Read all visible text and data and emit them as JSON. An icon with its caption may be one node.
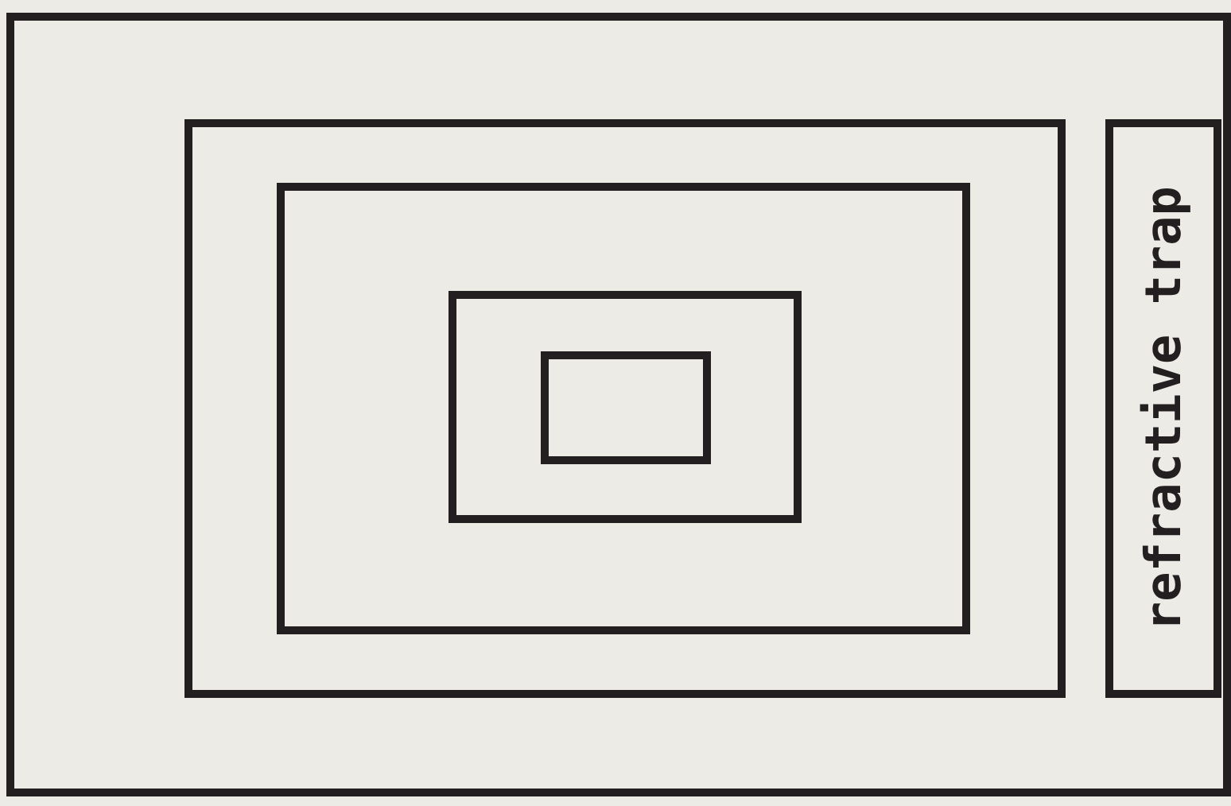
{
  "diagram": {
    "nodes": [
      {
        "text": [],
        "shape": "box"
      },
      {
        "text": [],
        "shape": "box",
        "in": 0
      },
      {
        "text": [],
        "shape": "box",
        "in": 1
      },
      {
        "text": [],
        "shape": "box",
        "in": 2
      },
      {
        "text": [],
        "shape": "box",
        "in": 3
      },
      {
        "text": [
          "refractive trap"
        ],
        "in": 0
      }
    ]
  }
}
